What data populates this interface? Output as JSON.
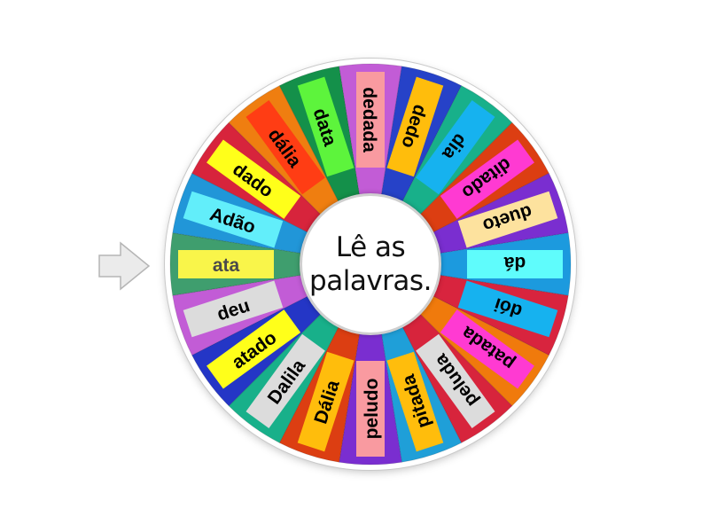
{
  "wheel": {
    "center_text": "Lê as palavras.",
    "center_line1": "Lê as",
    "center_line2": "palavras.",
    "pointer_icon": "arrow-right-icon",
    "selected_index": 0,
    "segments": [
      {
        "label": "ata",
        "angle": 180,
        "bg": "#3f9e6e",
        "tag": "#f9f54a",
        "text": "#4a4a4a"
      },
      {
        "label": "Adão",
        "angle": 198,
        "bg": "#2196d8",
        "tag": "#62eefa",
        "text": "#000000"
      },
      {
        "label": "dado",
        "angle": 216,
        "bg": "#d7243c",
        "tag": "#ffff1a",
        "text": "#000000"
      },
      {
        "label": "dália",
        "angle": 234,
        "bg": "#ef7e10",
        "tag": "#ff3d14",
        "text": "#000000"
      },
      {
        "label": "data",
        "angle": 252,
        "bg": "#14904a",
        "tag": "#5df43c",
        "text": "#000000"
      },
      {
        "label": "dedada",
        "angle": 270,
        "bg": "#c25cd6",
        "tag": "#f99aa0",
        "text": "#000000"
      },
      {
        "label": "dedo",
        "angle": 288,
        "bg": "#2642c8",
        "tag": "#ffbd0c",
        "text": "#000000"
      },
      {
        "label": "dia",
        "angle": 306,
        "bg": "#18b08a",
        "tag": "#16b2ef",
        "text": "#000000"
      },
      {
        "label": "ditado",
        "angle": 324,
        "bg": "#dc3e12",
        "tag": "#ff3ad2",
        "text": "#000000"
      },
      {
        "label": "dueto",
        "angle": 342,
        "bg": "#7a2ed0",
        "tag": "#fde29e",
        "text": "#000000"
      },
      {
        "label": "dá",
        "angle": 0,
        "bg": "#1c9ade",
        "tag": "#5ffcfc",
        "text": "#000000"
      },
      {
        "label": "dói",
        "angle": 18,
        "bg": "#d8243e",
        "tag": "#16b2ef",
        "text": "#000000"
      },
      {
        "label": "patada",
        "angle": 36,
        "bg": "#f07a0c",
        "tag": "#ff3ad2",
        "text": "#000000"
      },
      {
        "label": "peluda",
        "angle": 54,
        "bg": "#d7243c",
        "tag": "#dcdcdc",
        "text": "#000000"
      },
      {
        "label": "pitada",
        "angle": 72,
        "bg": "#1f9fd8",
        "tag": "#ffbd0c",
        "text": "#000000"
      },
      {
        "label": "peludo",
        "angle": 90,
        "bg": "#7a2ed0",
        "tag": "#f99aa0",
        "text": "#000000"
      },
      {
        "label": "Dália",
        "angle": 108,
        "bg": "#dc3e12",
        "tag": "#ffbd0c",
        "text": "#000000"
      },
      {
        "label": "Dalila",
        "angle": 126,
        "bg": "#18b08a",
        "tag": "#dcdcdc",
        "text": "#000000"
      },
      {
        "label": "atado",
        "angle": 144,
        "bg": "#2436c6",
        "tag": "#ffff1a",
        "text": "#000000"
      },
      {
        "label": "deu",
        "angle": 162,
        "bg": "#c25cd6",
        "tag": "#dcdcdc",
        "text": "#000000"
      }
    ]
  }
}
